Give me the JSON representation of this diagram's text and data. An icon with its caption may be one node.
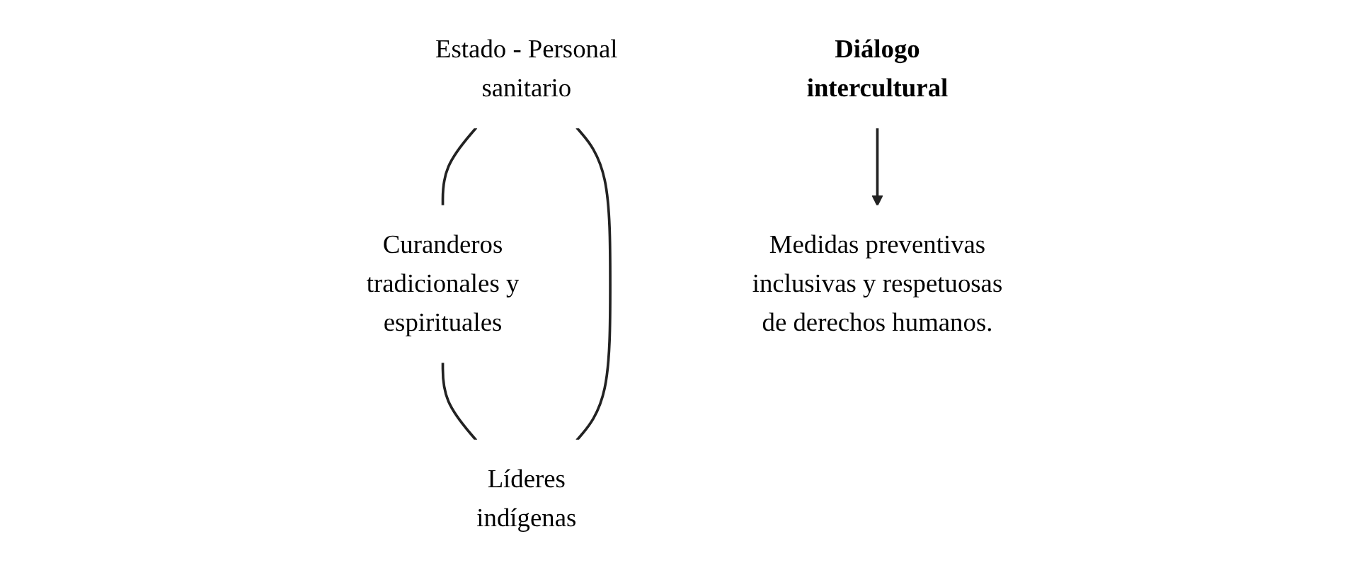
{
  "diagram": {
    "nodes": [
      {
        "text": [
          "Estado - Personal sanitario"
        ]
      },
      {
        "text": [
          "Diálogo intercultural"
        ]
      },
      {
        "text": [
          "Curanderos tradicionales y espirituales"
        ]
      },
      {
        "text": [
          "Líderes indígenas"
        ]
      },
      {
        "text": [
          "Medidas preventivas inclusivas y respetuosas de derechos humanos."
        ]
      }
    ],
    "edges": [
      {
        "from": 0,
        "to": 2,
        "arrow": "none"
      },
      {
        "from": 0,
        "to": 3,
        "arrow": "none"
      },
      {
        "from": 2,
        "to": 3,
        "arrow": "none"
      },
      {
        "from": 1,
        "to": 4,
        "arrow": "to"
      }
    ]
  }
}
